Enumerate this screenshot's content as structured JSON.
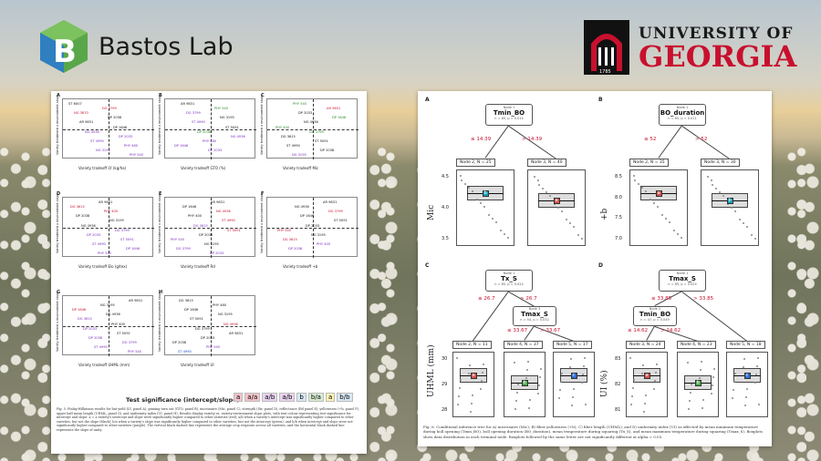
{
  "header": {
    "lab_name": "Bastos Lab",
    "university_line1": "UNIVERSITY OF",
    "university_line2": "GEORGIA",
    "uga_year": "1785",
    "colors": {
      "uga_red": "#c8102e",
      "logo_green": "#4a9a3c",
      "logo_blue": "#1f6db3"
    }
  },
  "left_figure": {
    "panels": [
      {
        "letter": "A",
        "xlabel": "Variety tradeoff LY (kg/ha)",
        "labels": [
          {
            "text": "ST 6007",
            "color": "#111"
          },
          {
            "text": "DG 3799",
            "color": "#c8102e"
          },
          {
            "text": "NG 3870",
            "color": "#c8102e"
          },
          {
            "text": "DP 2038",
            "color": "#111"
          },
          {
            "text": "AR 9831",
            "color": "#111"
          },
          {
            "text": "DP 1646",
            "color": "#111"
          },
          {
            "text": "NG 4936",
            "color": "#7b2fbf"
          },
          {
            "text": "DP 2033",
            "color": "#7b2fbf"
          },
          {
            "text": "ST 4990",
            "color": "#7b2fbf"
          },
          {
            "text": "PHY 480",
            "color": "#7b2fbf"
          },
          {
            "text": "NG 3195",
            "color": "#7b2fbf"
          },
          {
            "text": "PHY 545",
            "color": "#7b2fbf"
          }
        ]
      },
      {
        "letter": "B",
        "xlabel": "Variety tradeoff GTO (%)",
        "labels": [
          {
            "text": "AR 9831",
            "color": "#111"
          },
          {
            "text": "PHY 545",
            "color": "#2c8a2c"
          },
          {
            "text": "DG 3799",
            "color": "#7b2fbf"
          },
          {
            "text": "NG 3195",
            "color": "#111"
          },
          {
            "text": "ST 4990",
            "color": "#7b2fbf"
          },
          {
            "text": "ST 5091",
            "color": "#111"
          },
          {
            "text": "DP 2038",
            "color": "#2c8a2c"
          },
          {
            "text": "NG 4936",
            "color": "#7b2fbf"
          },
          {
            "text": "PHY 480",
            "color": "#7b2fbf"
          },
          {
            "text": "DP 1646",
            "color": "#7b2fbf"
          },
          {
            "text": "DP 2033",
            "color": "#7b2fbf"
          }
        ]
      },
      {
        "letter": "C",
        "xlabel": "Variety tradeoff Mic",
        "labels": [
          {
            "text": "PHY 545",
            "color": "#2c8a2c"
          },
          {
            "text": "AR 9831",
            "color": "#c8102e"
          },
          {
            "text": "DP 2033",
            "color": "#111"
          },
          {
            "text": "DP 1646",
            "color": "#2c8a2c"
          },
          {
            "text": "NG 4936",
            "color": "#111"
          },
          {
            "text": "PHY 400",
            "color": "#2c8a2c"
          },
          {
            "text": "DG 3799",
            "color": "#2c8a2c"
          },
          {
            "text": "DG 3615",
            "color": "#111"
          },
          {
            "text": "ST 5091",
            "color": "#111"
          },
          {
            "text": "ST 4990",
            "color": "#111"
          },
          {
            "text": "DP 2038",
            "color": "#111"
          },
          {
            "text": "NG 3195",
            "color": "#7b2fbf"
          }
        ]
      },
      {
        "letter": "D",
        "xlabel": "Variety tradeoff Elo (g/tex)",
        "labels": [
          {
            "text": "AR 9831",
            "color": "#111"
          },
          {
            "text": "DG 3615",
            "color": "#c8102e"
          },
          {
            "text": "PHY 400",
            "color": "#c8102e"
          },
          {
            "text": "DP 2038",
            "color": "#111"
          },
          {
            "text": "NG 3195",
            "color": "#111"
          },
          {
            "text": "NG 4936",
            "color": "#111"
          },
          {
            "text": "DG 3799",
            "color": "#7b2fbf"
          },
          {
            "text": "DP 2033",
            "color": "#7b2fbf"
          },
          {
            "text": "ST 5091",
            "color": "#7b2fbf"
          },
          {
            "text": "ST 4990",
            "color": "#7b2fbf"
          },
          {
            "text": "DP 1646",
            "color": "#7b2fbf"
          },
          {
            "text": "PHY 545",
            "color": "#7b2fbf"
          }
        ]
      },
      {
        "letter": "E",
        "xlabel": "Variety tradeoff Rd",
        "labels": [
          {
            "text": "AR 9831",
            "color": "#111"
          },
          {
            "text": "DP 1646",
            "color": "#111"
          },
          {
            "text": "NG 4936",
            "color": "#c8102e"
          },
          {
            "text": "PHY 400",
            "color": "#111"
          },
          {
            "text": "ST 4990",
            "color": "#c8102e"
          },
          {
            "text": "DG 3615",
            "color": "#7b2fbf"
          },
          {
            "text": "ST 5091",
            "color": "#c8102e"
          },
          {
            "text": "DP 2038",
            "color": "#111"
          },
          {
            "text": "PHY 545",
            "color": "#7b2fbf"
          },
          {
            "text": "NG 3195",
            "color": "#111"
          },
          {
            "text": "DG 3799",
            "color": "#7b2fbf"
          },
          {
            "text": "DP 2033",
            "color": "#7b2fbf"
          }
        ]
      },
      {
        "letter": "F",
        "xlabel": "Variety tradeoff +b",
        "labels": [
          {
            "text": "AR 9831",
            "color": "#111"
          },
          {
            "text": "NG 4936",
            "color": "#111"
          },
          {
            "text": "DG 3799",
            "color": "#c8102e"
          },
          {
            "text": "DP 1646",
            "color": "#111"
          },
          {
            "text": "ST 5091",
            "color": "#111"
          },
          {
            "text": "DP 2033",
            "color": "#111"
          },
          {
            "text": "PHY 545",
            "color": "#c8102e"
          },
          {
            "text": "NG 3195",
            "color": "#111"
          },
          {
            "text": "DG 3615",
            "color": "#c8102e"
          },
          {
            "text": "PHY 400",
            "color": "#7b2fbf"
          },
          {
            "text": "DP 2038",
            "color": "#7b2fbf"
          }
        ]
      },
      {
        "letter": "G",
        "xlabel": "Variety tradeoff UHML (mm)",
        "labels": [
          {
            "text": "AR 9831",
            "color": "#111"
          },
          {
            "text": "NG 3195",
            "color": "#111"
          },
          {
            "text": "DP 1646",
            "color": "#c8102e"
          },
          {
            "text": "NG 4936",
            "color": "#111"
          },
          {
            "text": "DG 3615",
            "color": "#7b2fbf"
          },
          {
            "text": "PHY 400",
            "color": "#111"
          },
          {
            "text": "DP 2033",
            "color": "#7b2fbf"
          },
          {
            "text": "ST 5091",
            "color": "#111"
          },
          {
            "text": "DP 2038",
            "color": "#7b2fbf"
          },
          {
            "text": "DG 3799",
            "color": "#7b2fbf"
          },
          {
            "text": "ST 4990",
            "color": "#7b2fbf"
          },
          {
            "text": "PHY 545",
            "color": "#7b2fbf"
          }
        ]
      },
      {
        "letter": "H",
        "xlabel": "Variety tradeoff UI",
        "labels": [
          {
            "text": "DG 3615",
            "color": "#111"
          },
          {
            "text": "PHY 480",
            "color": "#111"
          },
          {
            "text": "DP 1646",
            "color": "#111"
          },
          {
            "text": "NG 3195",
            "color": "#111"
          },
          {
            "text": "ST 5091",
            "color": "#111"
          },
          {
            "text": "NG 4936",
            "color": "#c8102e"
          },
          {
            "text": "DG 3799",
            "color": "#111"
          },
          {
            "text": "AR 9831",
            "color": "#111"
          },
          {
            "text": "DP 2033",
            "color": "#111"
          },
          {
            "text": "DP 2038",
            "color": "#111"
          },
          {
            "text": "PHY 545",
            "color": "#7b2fbf"
          },
          {
            "text": "ST 4990",
            "color": "#1f4fd1"
          }
        ]
      }
    ],
    "ylabel": "Variety treatment x environment slope",
    "legend_title": "Test significance (intercept/slope):",
    "legend_items": [
      {
        "text": "a",
        "bg": "#f4c3c8"
      },
      {
        "text": "a/a",
        "bg": "#f4c3c8"
      },
      {
        "text": "a/b",
        "bg": "#e9d4f0"
      },
      {
        "text": "a/b",
        "bg": "#e9d4f0"
      },
      {
        "text": "b",
        "bg": "#d7e8f4"
      },
      {
        "text": "b/a",
        "bg": "#d7ecd2"
      },
      {
        "text": "a",
        "bg": "#fff2b3"
      },
      {
        "text": "b/b",
        "bg": "#d7e8f4"
      }
    ],
    "caption": "Fig. 5. Finlay-Wilkinson results for lint yield (LY, panel A), ginning turn out (GTO, panel B), micronaire (Mic, panel C), strength (Str, panel D), reflectance (Rd panel E), yellowness (+b, panel F), upper half mean length (UHML, panel G), and uniformity index (UI, panel H). Results display variety vs. variety-environment slope plots, with text colour representing test significance for intercept and slope: a = a variety's intercept and slope were significantly higher compared to other varieties (red); a/b when a variety's intercept was significantly higher compared to other varieties, but not the slope (black); b/a when a variety's slope was significantly higher compared to other varieties, but not the intercept (green); and b/b when intercept and slope were not significantly higher compared to other varieties (purple). The vertical black dashed line represents the average crop response across all varieties, and the horizontal black dashed line represents the slope of unity."
  },
  "right_figure": {
    "panels": [
      {
        "letter": "A",
        "ylabel": "Mic",
        "root": {
          "node": "Node 1",
          "title": "Tmin_BO",
          "stats": "n = 65, p = 0.014"
        },
        "split_left": "≤ 14.39",
        "split_right": "> 14.39",
        "terminals": [
          {
            "label": "Node 2, N = 25"
          },
          {
            "label": "Node 3, N = 40"
          }
        ],
        "yticks": [
          "4.5",
          "4.0",
          "3.5"
        ],
        "box_letters": [
          "b",
          "a"
        ]
      },
      {
        "letter": "B",
        "ylabel": "+b",
        "root": {
          "node": "Node 1",
          "title": "BO_duration",
          "stats": "n = 65, p = 0.011"
        },
        "split_left": "≤ 52",
        "split_right": "> 52",
        "terminals": [
          {
            "label": "Node 2, N = 35"
          },
          {
            "label": "Node 3, N = 30"
          }
        ],
        "yticks": [
          "8.5",
          "8.0",
          "7.5",
          "7.0"
        ],
        "box_letters": [
          "a",
          "b"
        ]
      },
      {
        "letter": "C",
        "ylabel": "UHML (mm)",
        "root": {
          "node": "Node 1",
          "title": "Tx_S",
          "stats": "n = 65, p = 0.024"
        },
        "split_left": "≤ 26.7",
        "split_right": "> 26.7",
        "mid": {
          "node": "Node 3",
          "title": "Tmax_S",
          "stats": "n = 54, p = 0.032"
        },
        "split_mid_left": "≤ 33.67",
        "split_mid_right": "> 33.67",
        "terminals": [
          {
            "label": "Node 2, N = 11"
          },
          {
            "label": "Node 4, N = 37"
          },
          {
            "label": "Node 5, N = 17"
          }
        ],
        "yticks": [
          "30",
          "29",
          "28"
        ],
        "box_letters": [
          "a",
          "b",
          "c"
        ]
      },
      {
        "letter": "D",
        "ylabel": "UI (%)",
        "root": {
          "node": "Node 1",
          "title": "Tmax_S",
          "stats": "n = 65, p = 0.024"
        },
        "split_left": "≤ 33.85",
        "split_right": "> 33.85",
        "mid": {
          "node": "Node 2",
          "title": "Tmin_BO",
          "stats": "n = 47, p = 0.049"
        },
        "split_mid_left": "≤ 14.62",
        "split_mid_right": "> 14.62",
        "terminals": [
          {
            "label": "Node 3, N = 24"
          },
          {
            "label": "Node 4, N = 23"
          },
          {
            "label": "Node 5, N = 18"
          }
        ],
        "yticks": [
          "83",
          "82",
          "81"
        ],
        "box_letters": [
          "a",
          "b",
          "c"
        ]
      }
    ],
    "caption": "Fig. 6. Conditional inference tree for A) micronaire (Mic); B) fiber yellowness (+b); C) fiber length (UHML); and D) uniformity index (UI) as affected by mean minimum temperature during boll opening (Tmin_BO), boll opening duration (BO_duration), mean temperature during squaring (Tx_S), and mean maximum temperature during squaring (Tmax_S). Boxplots show data distribution in each terminal node. Boxplots followed by the same letter are not significantly different at alpha = 0.05."
  }
}
